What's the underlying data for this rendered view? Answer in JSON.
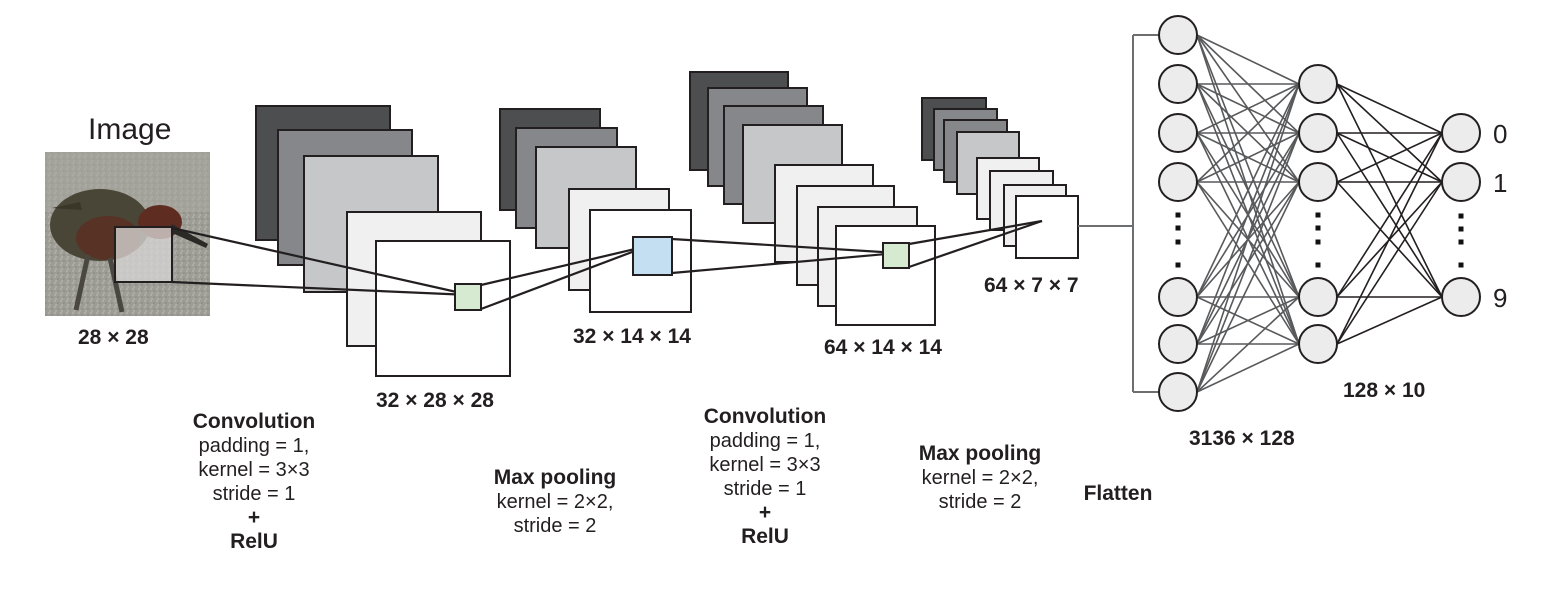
{
  "title": "Image",
  "input": {
    "label": "28 × 28"
  },
  "feature_maps": [
    {
      "id": "conv1",
      "label": "32 × 28 × 28"
    },
    {
      "id": "pool1",
      "label": "32 × 14 × 14"
    },
    {
      "id": "conv2",
      "label": "64 × 14 × 14"
    },
    {
      "id": "pool2",
      "label": "64 × 7 × 7"
    }
  ],
  "operations": [
    {
      "id": "conv1",
      "heading": "Convolution",
      "lines": [
        "padding = 1,",
        "kernel = 3×3",
        "stride = 1"
      ],
      "plus": "+",
      "activation": "RelU"
    },
    {
      "id": "pool1",
      "heading": "Max pooling",
      "lines": [
        "kernel = 2×2,",
        "stride = 2"
      ]
    },
    {
      "id": "conv2",
      "heading": "Convolution",
      "lines": [
        "padding = 1,",
        "kernel = 3×3",
        "stride = 1"
      ],
      "plus": "+",
      "activation": "RelU"
    },
    {
      "id": "pool2",
      "heading": "Max pooling",
      "lines": [
        "kernel = 2×2,",
        "stride = 2"
      ]
    },
    {
      "id": "flatten",
      "heading": "Flatten"
    }
  ],
  "dense_layers": [
    {
      "id": "fc1",
      "label": "3136 × 128"
    },
    {
      "id": "fc2",
      "label": "128 × 10"
    }
  ],
  "outputs": [
    "0",
    "1",
    "9"
  ],
  "colors": {
    "layer_shades": [
      "#4d4e50",
      "#86878a",
      "#c6c7c8",
      "#f0f0f0",
      "#ffffff"
    ],
    "receptive_green": "#d6ead2",
    "receptive_blue": "#c5dff2",
    "node_fill": "#ececec",
    "stroke": "#231f20"
  }
}
